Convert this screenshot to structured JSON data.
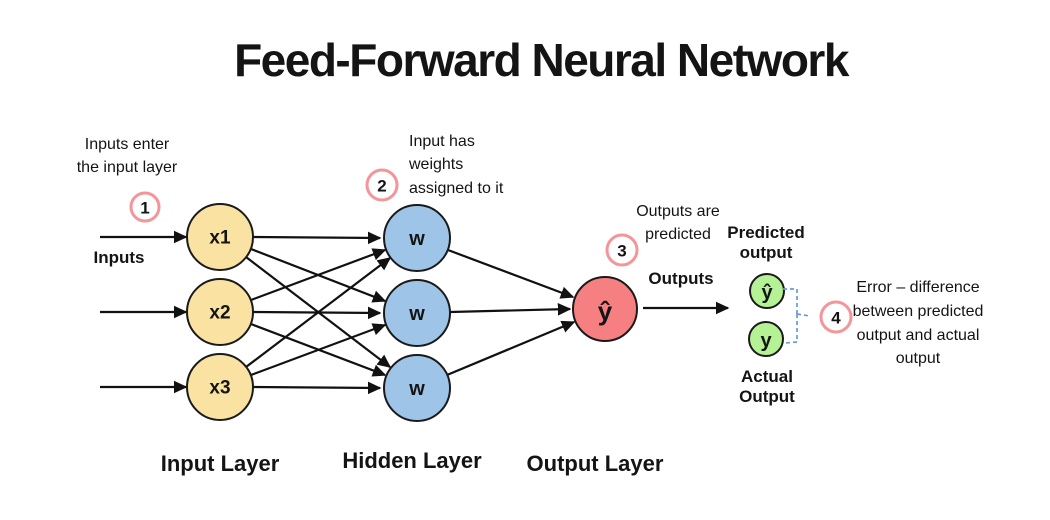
{
  "title": "Feed-Forward Neural Network",
  "colors": {
    "input_node": "#FAE3A2",
    "hidden_node": "#9EC4E8",
    "output_node": "#F67F81",
    "result_node": "#B5F195",
    "node_text_blue": "#1D71B8",
    "step_ring": "#F49599",
    "step_number": "#EF6A70",
    "bracket_blue": "#6B9AD2"
  },
  "nodes": {
    "inputs": [
      "x1",
      "x2",
      "x3"
    ],
    "hidden": [
      "w",
      "w",
      "w"
    ],
    "output": "ŷ",
    "predicted": "ŷ",
    "actual": "y"
  },
  "steps": {
    "s1": {
      "number": "1",
      "lines": [
        "Inputs enter",
        "the input layer"
      ]
    },
    "s2": {
      "number": "2",
      "lines": [
        "Input has",
        "weights",
        "assigned to it"
      ]
    },
    "s3": {
      "number": "3",
      "lines": [
        "Outputs are",
        "predicted"
      ]
    },
    "s4": {
      "number": "4",
      "lines": [
        "Error – difference",
        "between predicted",
        "output and actual",
        "output"
      ]
    }
  },
  "labels": {
    "inputs": "Inputs",
    "outputs": "Outputs",
    "predicted_line1": "Predicted",
    "predicted_line2": "output",
    "actual_line1": "Actual",
    "actual_line2": "Output",
    "input_layer": "Input Layer",
    "hidden_layer": "Hidden Layer",
    "output_layer": "Output Layer"
  }
}
